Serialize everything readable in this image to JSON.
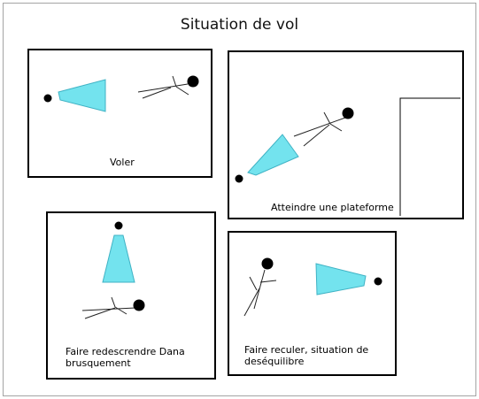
{
  "title": "Situation de vol",
  "colors": {
    "light": "#73e3ee",
    "light_stroke": "#3fb2c4",
    "frame": "#a4a4a4",
    "ink": "#000000"
  },
  "icons": {
    "light_source": "black-dot",
    "light_beam": "cyan-trapezoid",
    "character": "stick-figure"
  },
  "panels": [
    {
      "caption": "Voler"
    },
    {
      "caption": "Atteindre une plateforme"
    },
    {
      "caption_line1": "Faire redescrendre Dana",
      "caption_line2": "brusquement"
    },
    {
      "caption_line1": "Faire reculer, situation de",
      "caption_line2": "deséquilibre"
    }
  ]
}
